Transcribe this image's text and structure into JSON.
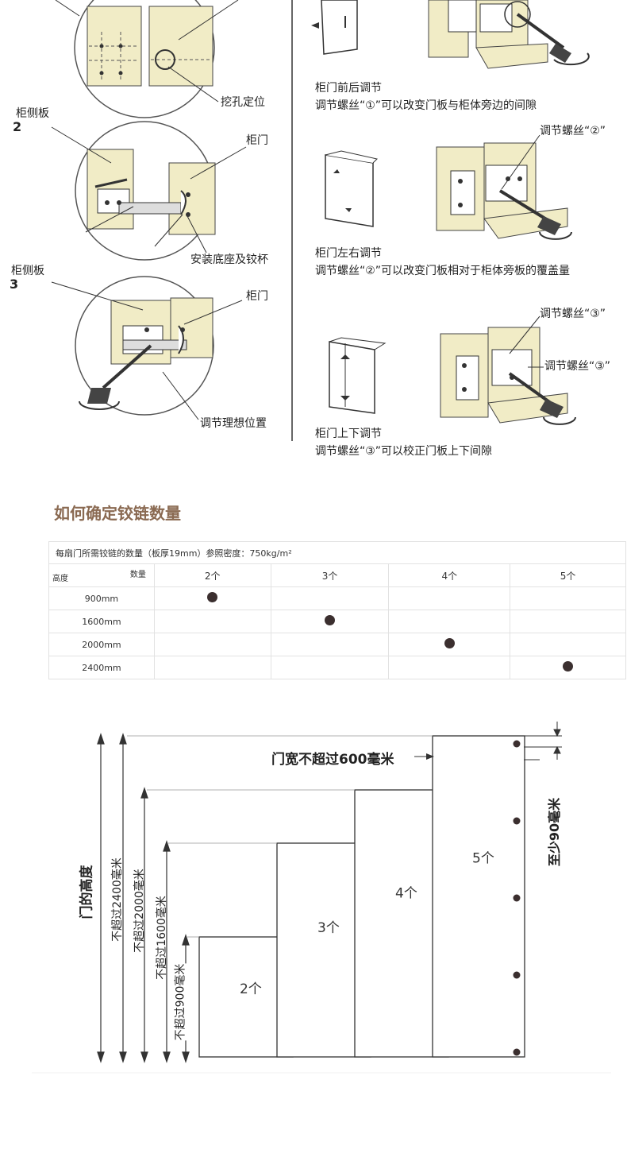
{
  "install": {
    "steps": [
      "2",
      "3"
    ],
    "labels": {
      "hole_position": "挖孔定位",
      "cabinet_side_2": "柜侧板",
      "door_2": "柜门",
      "install_base": "安装底座及铰杯",
      "cabinet_side_3": "柜侧板",
      "door_3": "柜门",
      "adjust_ideal": "调节理想位置"
    }
  },
  "adjust": {
    "front_back": {
      "title": "柜门前后调节",
      "desc": "调节螺丝“①”可以改变门板与柜体旁边的间隙"
    },
    "left_right": {
      "title": "柜门左右调节",
      "desc": "调节螺丝“②”可以改变门板相对于柜体旁板的覆盖量",
      "screw": "调节螺丝“②”"
    },
    "up_down": {
      "title": "柜门上下调节",
      "desc": "调节螺丝“③”可以校正门板上下间隙",
      "screw_a": "调节螺丝“③”",
      "screw_b": "调节螺丝“③”"
    }
  },
  "section_title": "如何确定铰链数量",
  "table": {
    "caption": "每扇门所需铰链的数量（板厚19mm）参照密度：750kg/m²",
    "corner_qty": "数量",
    "corner_height": "高度",
    "columns": [
      "2个",
      "3个",
      "4个",
      "5个"
    ],
    "rows": [
      {
        "height": "900mm",
        "hinges": 2
      },
      {
        "height": "1600mm",
        "hinges": 3
      },
      {
        "height": "2000mm",
        "hinges": 4
      },
      {
        "height": "2400mm",
        "hinges": 5
      }
    ]
  },
  "steps_diagram": {
    "door_width": "门宽不超过600毫米",
    "door_height": "门的高度",
    "min_distance": "至少90毫米",
    "limits": [
      "不超过2400毫米",
      "不超过2000毫米",
      "不超过1600毫米",
      "不超过900毫米"
    ],
    "counts": [
      "2个",
      "3个",
      "4个",
      "5个"
    ]
  },
  "colors": {
    "panel": "#f1ecc6",
    "line": "#333333",
    "title": "#8a6a52",
    "dot": "#3b2f2f"
  }
}
